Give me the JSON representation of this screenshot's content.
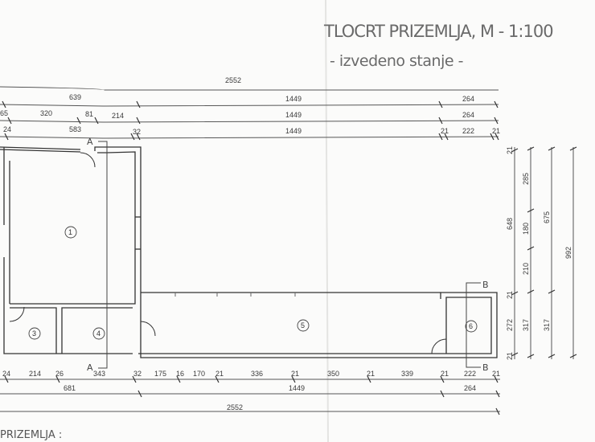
{
  "header": {
    "title": "TLOCRT PRIZEMLJA, M - 1:100",
    "subtitle": "- izvedeno stanje -"
  },
  "top_dimensions": {
    "row1": [
      "2552"
    ],
    "row2": [
      "639",
      "1449",
      "264"
    ],
    "row3": [
      "65",
      "320",
      "81",
      "214",
      "1449",
      "264"
    ],
    "row4": [
      "24",
      "583",
      "32",
      "1449",
      "21",
      "222",
      "21"
    ]
  },
  "bottom_dimensions": {
    "row1": [
      "24",
      "214",
      "26",
      "343",
      "32",
      "175",
      "16",
      "170",
      "21",
      "336",
      "21",
      "350",
      "21",
      "339",
      "21",
      "222",
      "21"
    ],
    "row2": [
      "681",
      "1449",
      "264"
    ],
    "row3": [
      "2552"
    ]
  },
  "right_dimensions": {
    "col1": [
      "21",
      "648",
      "21",
      "272",
      "21"
    ],
    "col2": [
      "285",
      "180",
      "210",
      "317"
    ],
    "col3": [
      "675",
      "317"
    ],
    "col4": [
      "992"
    ]
  },
  "rooms": [
    "1",
    "3",
    "4",
    "5",
    "6"
  ],
  "section_marks": {
    "a": "A",
    "b": "B"
  },
  "legend_label": "PRIZEMLJA :"
}
